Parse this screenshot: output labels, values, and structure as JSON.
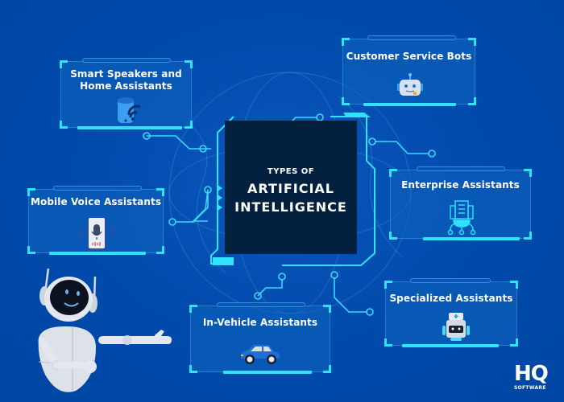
{
  "colors": {
    "background": "#0049aa",
    "accent_cyan": "#2fe3ff",
    "center_box": "#03203f",
    "text": "#ffffff"
  },
  "center": {
    "subtitle": "TYPES OF",
    "title_line1": "ARTIFICIAL",
    "title_line2": "INTELLIGENCE"
  },
  "cards": [
    {
      "id": "smart-speakers",
      "title_line1": "Smart Speakers and",
      "title_line2": "Home Assistants",
      "icon": "smart-speaker-icon"
    },
    {
      "id": "customer-service",
      "title": "Customer Service Bots",
      "icon": "chatbot-icon"
    },
    {
      "id": "mobile-voice",
      "title": "Mobile Voice Assistants",
      "icon": "phone-microphone-icon"
    },
    {
      "id": "enterprise",
      "title": "Enterprise Assistants",
      "icon": "building-network-icon"
    },
    {
      "id": "specialized",
      "title": "Specialized Assistants",
      "icon": "medical-robot-icon"
    },
    {
      "id": "in-vehicle",
      "title": "In-Vehicle Assistants",
      "icon": "car-icon"
    }
  ],
  "mascot": {
    "icon": "robot-mascot-icon"
  },
  "logo": {
    "mark": "HQ",
    "subtitle": "SOFTWARE"
  }
}
